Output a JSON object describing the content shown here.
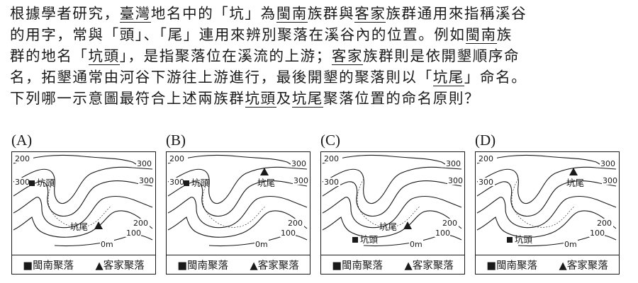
{
  "question": {
    "lines": [
      [
        {
          "t": "根據學者研究，"
        },
        {
          "t": "臺灣",
          "u": true
        },
        {
          "t": "地名中的「坑」為"
        },
        {
          "t": "閩南",
          "u": true
        },
        {
          "t": "族群與"
        },
        {
          "t": "客家",
          "u": true
        },
        {
          "t": "族群通用來指稱溪谷"
        }
      ],
      [
        {
          "t": "的用字，常與「頭」、「尾」連用來辨別聚落在溪谷內的位置。例如"
        },
        {
          "t": "閩南",
          "u": true
        },
        {
          "t": "族"
        }
      ],
      [
        {
          "t": "群的地名「"
        },
        {
          "t": "坑頭",
          "u": true
        },
        {
          "t": "」，是指聚落位在溪流的上游；"
        },
        {
          "t": "客家",
          "u": true
        },
        {
          "t": "族群則是依開墾順序命"
        }
      ],
      [
        {
          "t": "名，拓墾通常由河谷下游往上游進行，最後開墾的聚落則以「"
        },
        {
          "t": "坑尾",
          "u": true
        },
        {
          "t": "」命名。"
        }
      ],
      [
        {
          "t": "下列哪一示意圖最符合上述兩族群"
        },
        {
          "t": "坑頭",
          "u": true
        },
        {
          "t": "及"
        },
        {
          "t": "坑尾",
          "u": true
        },
        {
          "t": "聚落位置的命名原則？"
        }
      ]
    ]
  },
  "contour_labels": {
    "c200": "200",
    "c300": "300",
    "c100": "100",
    "c0": "0m"
  },
  "legend": {
    "minnan": "■閩南聚落",
    "hakka": "▲客家聚落"
  },
  "options": [
    {
      "label": "(A)",
      "square_text": "坑頭",
      "square_pos": "upper-left",
      "triangle_text": "坑尾",
      "triangle_pos": "lower-middle"
    },
    {
      "label": "(B)",
      "square_text": "坑頭",
      "square_pos": "upper-left",
      "triangle_text": "坑尾",
      "triangle_pos": "upper-right"
    },
    {
      "label": "(C)",
      "square_text": "坑頭",
      "square_pos": "lower-left",
      "triangle_text": "坑尾",
      "triangle_pos": "lower-middle"
    },
    {
      "label": "(D)",
      "square_text": "坑頭",
      "square_pos": "lower-left",
      "triangle_text": "坑尾",
      "triangle_pos": "upper-right"
    }
  ]
}
